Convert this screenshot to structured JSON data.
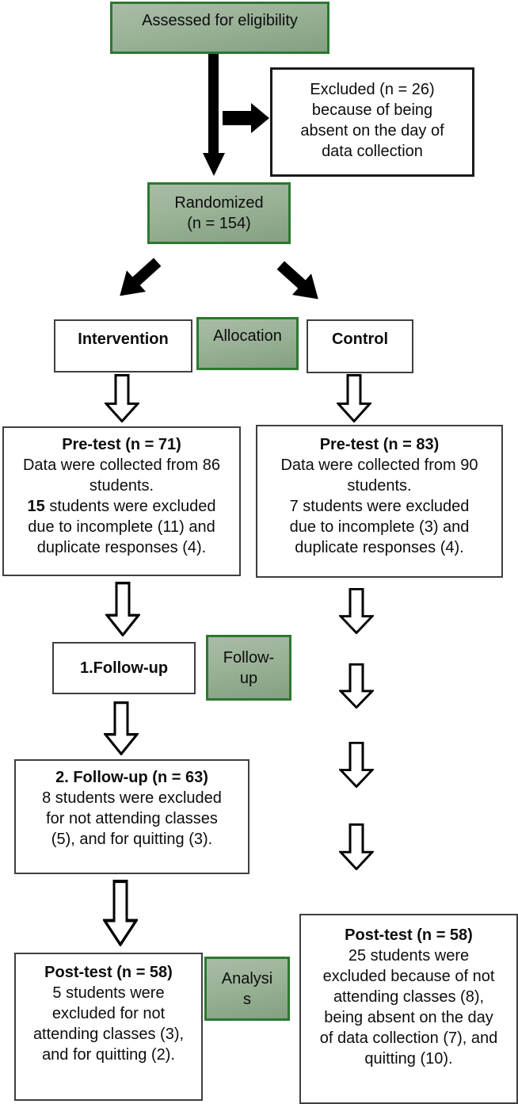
{
  "diagram": {
    "assessed": {
      "label": "Assessed for eligibility"
    },
    "excluded": {
      "lines": [
        "Excluded (n = 26)",
        "because of being",
        "absent on the day of",
        "data collection"
      ]
    },
    "randomized": {
      "lines": [
        "Randomized",
        "(n = 154)"
      ]
    },
    "intervention": {
      "label": "Intervention"
    },
    "allocation": {
      "label": "Allocation"
    },
    "control": {
      "label": "Control"
    },
    "pretest_left": {
      "title": "Pre-test (n = 71)",
      "line1": "Data were collected from 86",
      "line2": "students.",
      "excluded_bold": "15",
      "excluded_rest": " students were excluded",
      "line4": "due to incomplete (11) and",
      "line5": "duplicate responses (4)."
    },
    "pretest_right": {
      "title": "Pre-test (n = 83)",
      "lines": [
        "Data were collected from 90",
        "students.",
        "7 students were excluded",
        "due to incomplete (3) and",
        "duplicate responses (4)."
      ]
    },
    "followup1": {
      "label": "1.Follow-up"
    },
    "followup_stage": {
      "lines": [
        "Follow-",
        "up"
      ]
    },
    "followup2": {
      "title": "2. Follow-up (n = 63)",
      "lines": [
        "8 students were excluded",
        "for not attending classes",
        "(5), and for quitting (3)."
      ]
    },
    "posttest_left": {
      "title": "Post-test (n = 58)",
      "lines": [
        "5 students were",
        "excluded for not",
        "attending classes (3),",
        "and for quitting (2)."
      ]
    },
    "analysis": {
      "lines": [
        "Analysi",
        "s"
      ]
    },
    "posttest_right": {
      "title": "Post-test (n = 58)",
      "lines": [
        "25 students were",
        "excluded because of not",
        "attending classes (8),",
        "being absent on the day",
        "of data collection (7), and",
        "quitting (10)."
      ]
    }
  },
  "colors": {
    "stage_fill_top": "#a9bca6",
    "stage_fill_bottom": "#84a081",
    "stage_border": "#2c7830",
    "box_border": "#3f3f3f",
    "excluded_border": "#1a1a1a",
    "arrow": "#000000"
  }
}
